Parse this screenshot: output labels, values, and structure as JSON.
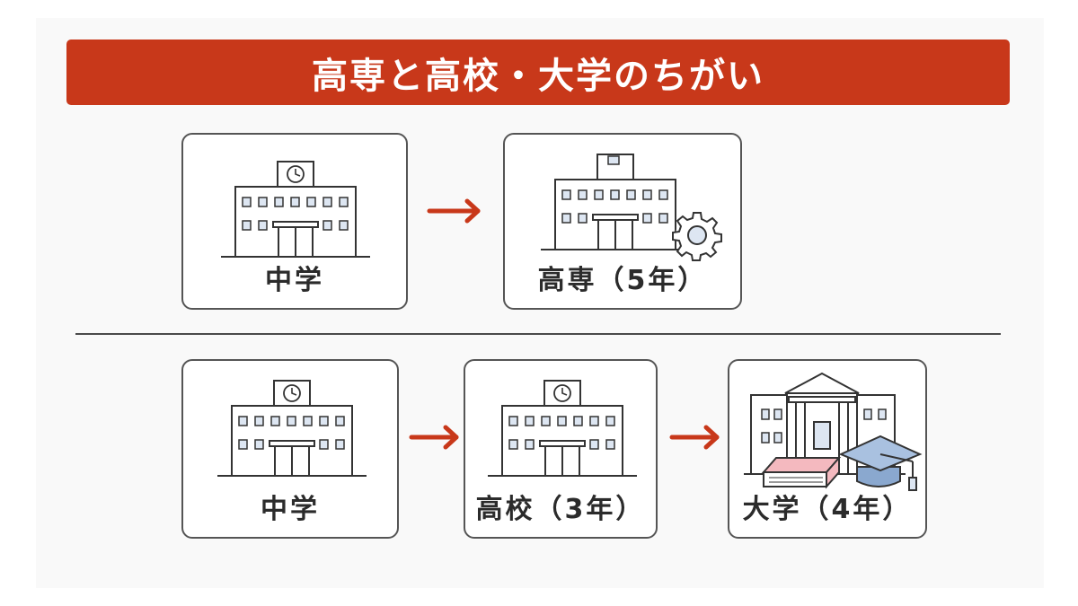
{
  "title": "高専と高校・大学のちがい",
  "colors": {
    "banner": "#c8381a",
    "arrow": "#c8381a",
    "building_line": "#333333",
    "window_fill": "#dde6f2",
    "book": "#f4b9bf",
    "cap": "#8aa8cf"
  },
  "row1": {
    "cards": [
      {
        "label": "中学",
        "icon": "school-building-icon"
      },
      {
        "label": "高専（5年）",
        "icon": "technical-college-gear-icon"
      }
    ]
  },
  "row2": {
    "cards": [
      {
        "label": "中学",
        "icon": "school-building-icon"
      },
      {
        "label": "高校（3年）",
        "icon": "school-building-icon"
      },
      {
        "label": "大学（4年）",
        "icon": "university-book-cap-icon"
      }
    ]
  }
}
